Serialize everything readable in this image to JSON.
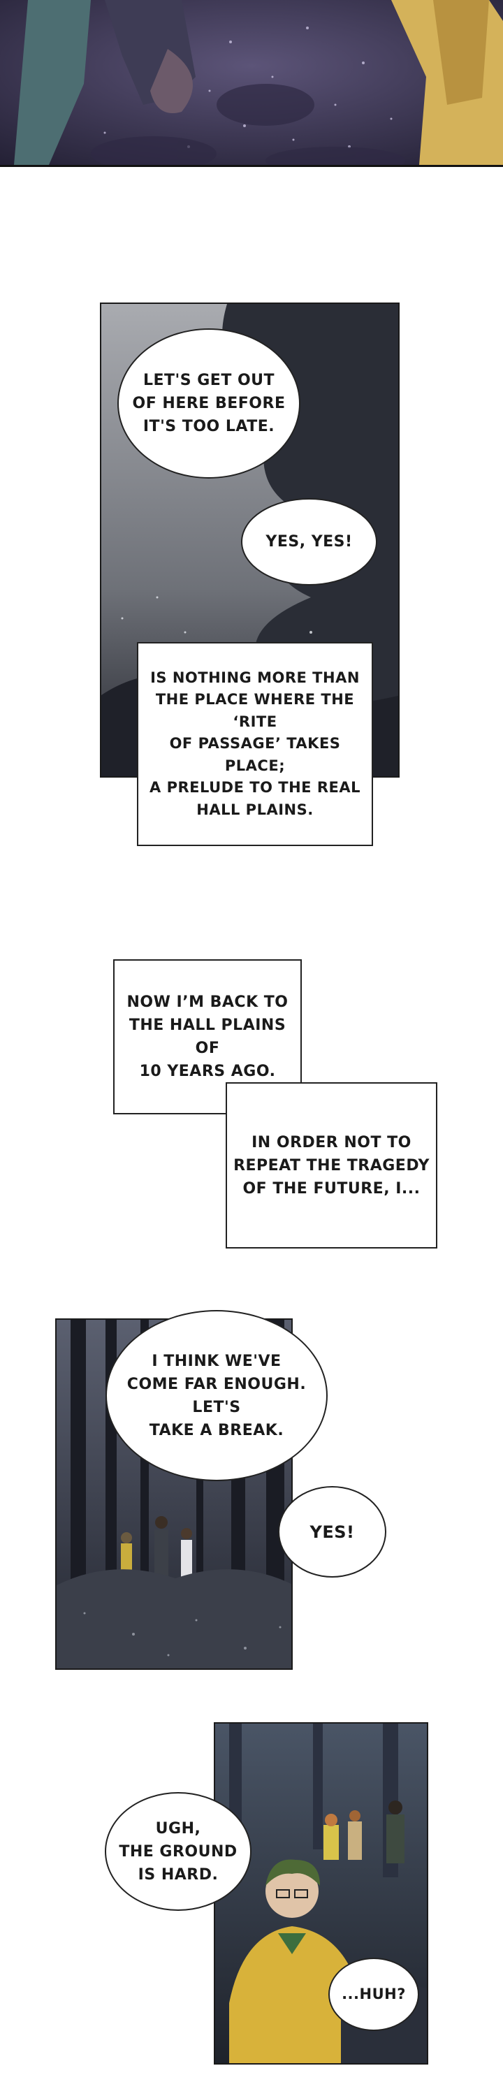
{
  "page": {
    "panels": [
      {
        "id": "panel-1-legs"
      },
      {
        "id": "panel-2-forest-mist",
        "bubbles": [
          {
            "text": "LET'S GET OUT\nOF HERE BEFORE\nIT'S TOO LATE."
          },
          {
            "text": "YES, YES!"
          }
        ],
        "caption": "IS NOTHING MORE THAN\nTHE PLACE WHERE THE ‘RITE\nOF PASSAGE’ TAKES PLACE;\nA PRELUDE TO THE REAL\nHALL PLAINS."
      },
      {
        "id": "narration",
        "captions": [
          "NOW I’M BACK TO\nTHE HALL PLAINS OF\n10 YEARS AGO.",
          "IN ORDER NOT TO\nREPEAT THE TRAGEDY\nOF THE FUTURE, I..."
        ]
      },
      {
        "id": "panel-3-group-walking",
        "bubbles": [
          {
            "text": "I THINK WE'VE\nCOME FAR ENOUGH. LET'S\nTAKE A BREAK."
          },
          {
            "text": "YES!"
          }
        ]
      },
      {
        "id": "panel-4-glasses-boy",
        "bubbles": [
          {
            "text": "UGH,\nTHE GROUND\nIS HARD."
          },
          {
            "text": "...HUH?"
          }
        ]
      }
    ]
  },
  "colors": {
    "night_purple": "#3b3550",
    "mist_gray": "#8f9296",
    "forest_dark": "#2a2d36",
    "shirt_yellow": "#d8b23a"
  }
}
